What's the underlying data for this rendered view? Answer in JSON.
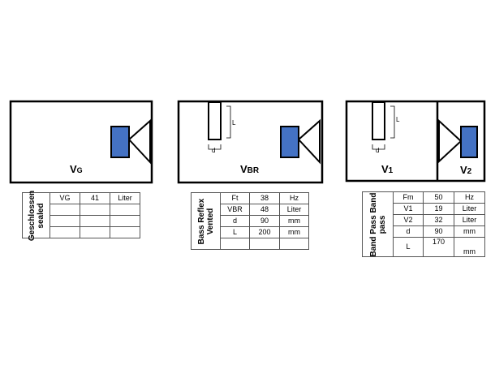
{
  "enclosures": {
    "sealed": {
      "volume_main": "V",
      "volume_sub": "G"
    },
    "bass_reflex": {
      "volume_main": "V",
      "volume_sub": "BR",
      "port_length_label": "L",
      "port_diameter_label": "d"
    },
    "band_pass": {
      "volume1_main": "V",
      "volume1_sub": "1",
      "volume2_main": "V",
      "volume2_sub": "2",
      "port_length_label": "L",
      "port_diameter_label": "d"
    }
  },
  "tables": {
    "sealed": {
      "side_line1": "Geschlossen",
      "side_line2": "sealed",
      "rows": [
        [
          "VG",
          "41",
          "Liter"
        ],
        [
          "",
          "",
          ""
        ],
        [
          "",
          "",
          ""
        ],
        [
          "",
          "",
          ""
        ]
      ]
    },
    "bass_reflex": {
      "side_line1": "Bass Reflex",
      "side_line2": "Vented",
      "rows": [
        [
          "Ft",
          "38",
          "Hz"
        ],
        [
          "VBR",
          "48",
          "Liter"
        ],
        [
          "d",
          "90",
          "mm"
        ],
        [
          "L",
          "200",
          "mm"
        ]
      ]
    },
    "band_pass": {
      "side_line1": "Band Pass Band",
      "side_line2": "pass",
      "rows": [
        [
          "Fm",
          "50",
          "Hz"
        ],
        [
          "V1",
          "19",
          "Liter"
        ],
        [
          "V2",
          "32",
          "Liter"
        ],
        [
          "d",
          "90",
          "mm"
        ],
        [
          "L",
          "170",
          "mm"
        ]
      ]
    }
  },
  "colors": {
    "driver_fill": "#4472C4",
    "line": "#000000"
  }
}
